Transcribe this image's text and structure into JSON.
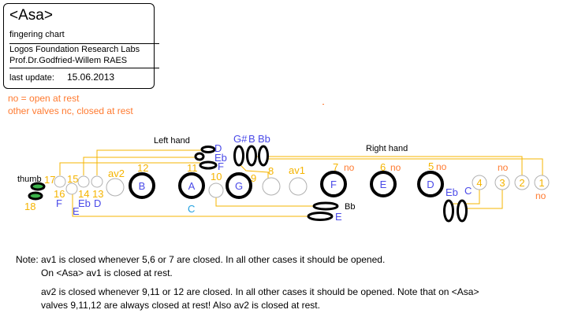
{
  "header": {
    "title": "<Asa>",
    "subtitle": "fingering chart",
    "org": "Logos Foundation Research Labs",
    "author": "Prof.Dr.Godfried-Willem RAES",
    "update_label": "last update:",
    "update_date": "15.06.2013"
  },
  "legend": {
    "line1": "no = open at rest",
    "line2": "other valves nc, closed at rest"
  },
  "diagram": {
    "left_hand": "Left hand",
    "right_hand": "Right hand",
    "thumb": "thumb",
    "nums": {
      "n1": "1",
      "n2": "2",
      "n3": "3",
      "n4": "4",
      "n5": "5",
      "n6": "6",
      "n7": "7",
      "n8": "8",
      "n9": "9",
      "n10": "10",
      "n11": "11",
      "n12": "12",
      "n13": "13",
      "n14": "14",
      "n15": "15",
      "n16": "16",
      "n17": "17",
      "n18": "18",
      "av1": "av1",
      "av2": "av2"
    },
    "notes": {
      "B": "B",
      "A": "A",
      "G": "G",
      "F": "F",
      "E": "E",
      "D": "D",
      "C_under_A": "C",
      "D_key": "D",
      "Eb_key": "Eb",
      "F_key": "F",
      "Gs": "G#",
      "B_key": "B",
      "Bb_key": "Bb",
      "F16": "F",
      "Eb14": "Eb",
      "D13": "D",
      "E15": "E",
      "Bb_low": "Bb",
      "E_low": "E",
      "Eb_right": "Eb",
      "C_right": "C"
    },
    "no": "no"
  },
  "notes": {
    "p1a": "Note: av1 is closed whenever 5,6 or 7 are closed. In all other cases it should be opened.",
    "p1b": "On <Asa> av1 is closed at rest.",
    "p2a": "av2 is closed whenever 9,11 or 12 are closed. In all other cases it should be opened. Note that on <Asa>",
    "p2b": "valves 9,11,12 are always closed at rest! Also av2 is closed at rest."
  }
}
